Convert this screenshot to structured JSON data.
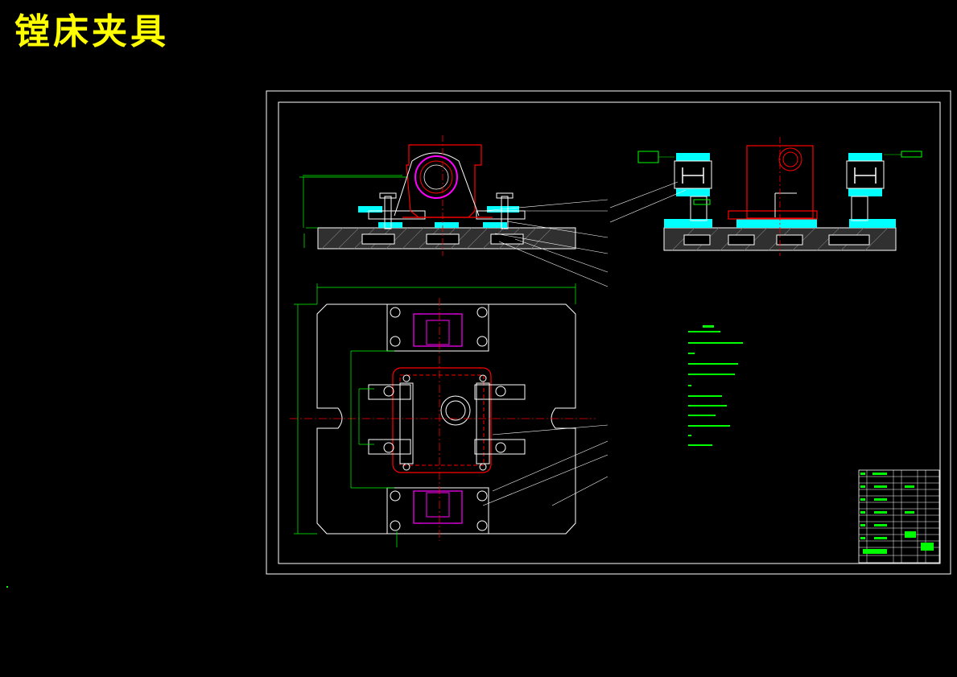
{
  "title": "镗床夹具",
  "colors": {
    "background": "#000000",
    "title": "#ffff00",
    "outline": "#ffffff",
    "dimension": "#00ff00",
    "hidden_part": "#ff0000",
    "fill": "#00ffff",
    "highlight": "#ff00ff"
  },
  "views": [
    "front-view",
    "side-view",
    "top-view"
  ],
  "components": [
    "technical-notes",
    "title-block"
  ]
}
